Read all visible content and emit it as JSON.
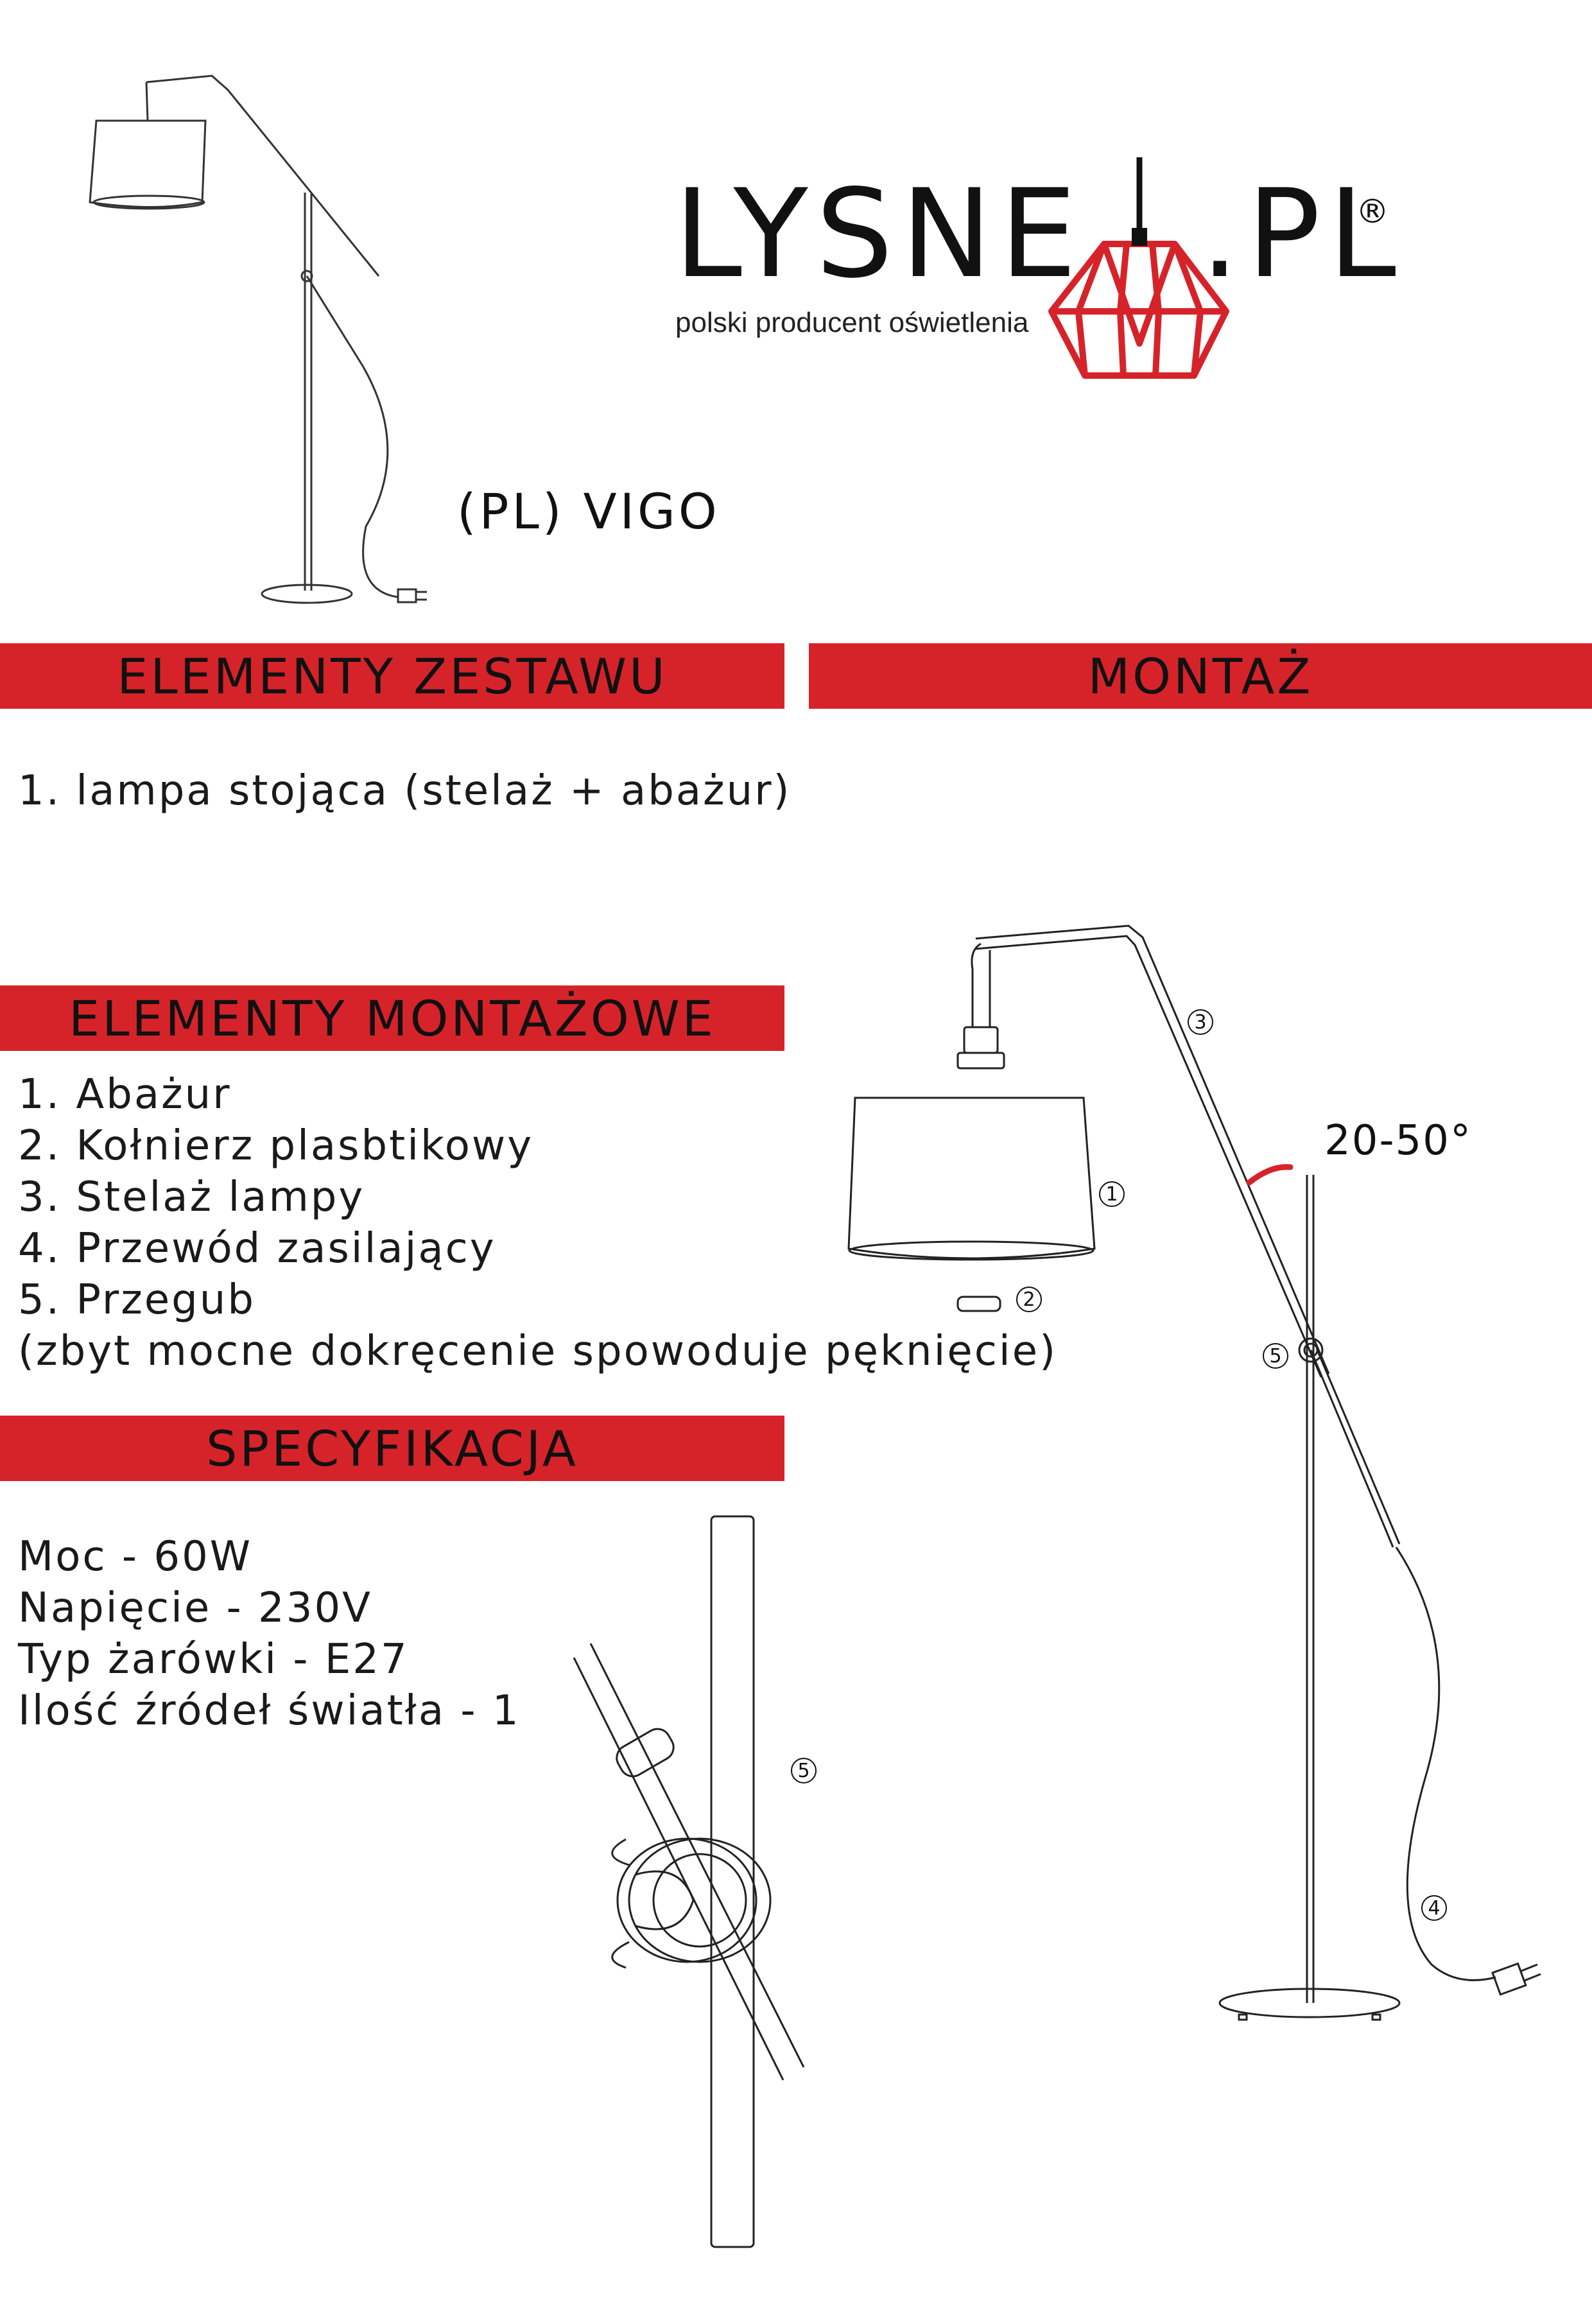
{
  "brand": {
    "name_left": "LYSNE",
    "name_right": ".PL",
    "registered": "®",
    "tagline": "polski producent oświetlenia",
    "accent_color": "#d6232a"
  },
  "product_title": "(PL) VIGO",
  "sections": {
    "set_elements": {
      "heading": "ELEMENTY ZESTAWU",
      "items": [
        "1. lampa stojąca (stelaż + abażur)"
      ]
    },
    "assembly": {
      "heading": "MONTAŻ",
      "angle_label": "20-50°",
      "callouts": [
        "1",
        "2",
        "3",
        "4",
        "5"
      ]
    },
    "mounting_elements": {
      "heading": "ELEMENTY MONTAŻOWE",
      "items": [
        "1. Abażur",
        "2. Kołnierz plasbtikowy",
        "3. Stelaż lampy",
        "4. Przewód zasilający",
        "5. Przegub",
        "(zbyt mocne dokręcenie spowoduje pęknięcie)"
      ]
    },
    "specification": {
      "heading": "SPECYFIKACJA",
      "items": [
        "Moc - 60W",
        "Napięcie - 230V",
        "Typ żarówki - E27",
        "Ilość źródeł światła - 1"
      ]
    },
    "joint_detail": {
      "callout": "5"
    }
  },
  "icons": [
    "floor-lamp-icon",
    "pendant-cage-icon",
    "joint-detail-icon"
  ]
}
